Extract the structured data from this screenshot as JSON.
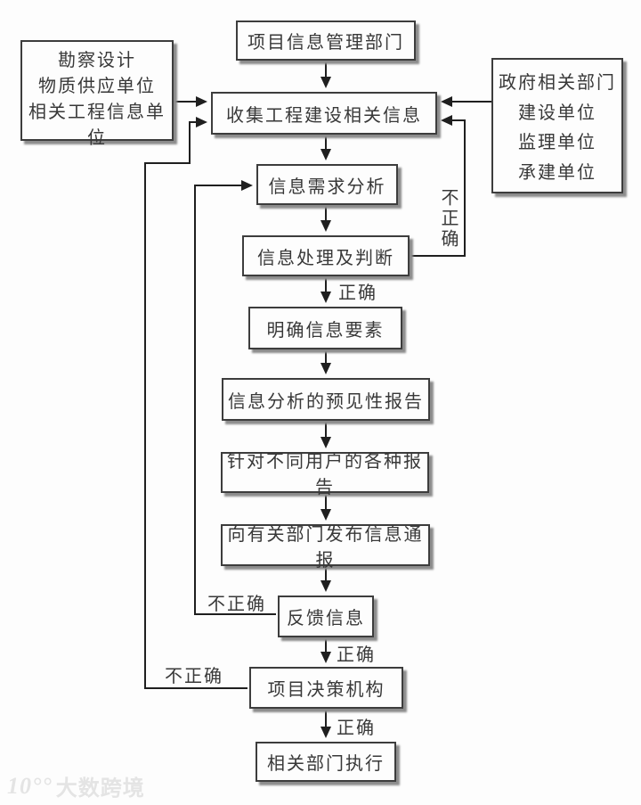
{
  "flowchart": {
    "nodes": {
      "info_dept": {
        "label": "项目信息管理部门"
      },
      "sources_left": {
        "lines": [
          "勘察设计",
          "物质供应单位",
          "相关工程信息单位"
        ]
      },
      "collect": {
        "label": "收集工程建设相关信息"
      },
      "sources_right": {
        "lines": [
          "政府相关部门",
          "建设单位",
          "监理单位",
          "承建单位"
        ]
      },
      "demand": {
        "label": "信息需求分析"
      },
      "process": {
        "label": "信息处理及判断"
      },
      "clarify": {
        "label": "明确信息要素"
      },
      "predict": {
        "label": "信息分析的预见性报告"
      },
      "reports": {
        "label": "针对不同用户的各种报告"
      },
      "notify": {
        "label": "向有关部门发布信息通报"
      },
      "feedback": {
        "label": "反馈信息"
      },
      "decision": {
        "label": "项目决策机构"
      },
      "execute": {
        "label": "相关部门执行"
      }
    },
    "edge_labels": {
      "correct_after_process": "正确",
      "correct_after_feedback": "正确",
      "correct_after_decision": "正确",
      "incorrect_process": "不正确",
      "incorrect_feedback": "不正确",
      "incorrect_decision": "不正确"
    },
    "colors": {
      "line": "#1f1f1f",
      "box_border": "#3d3d3d",
      "text": "#383838",
      "shadow": "#8c8c8c",
      "background": "#fdfdfd"
    }
  },
  "watermark": {
    "logo": "10°°",
    "text": "大数跨境"
  }
}
